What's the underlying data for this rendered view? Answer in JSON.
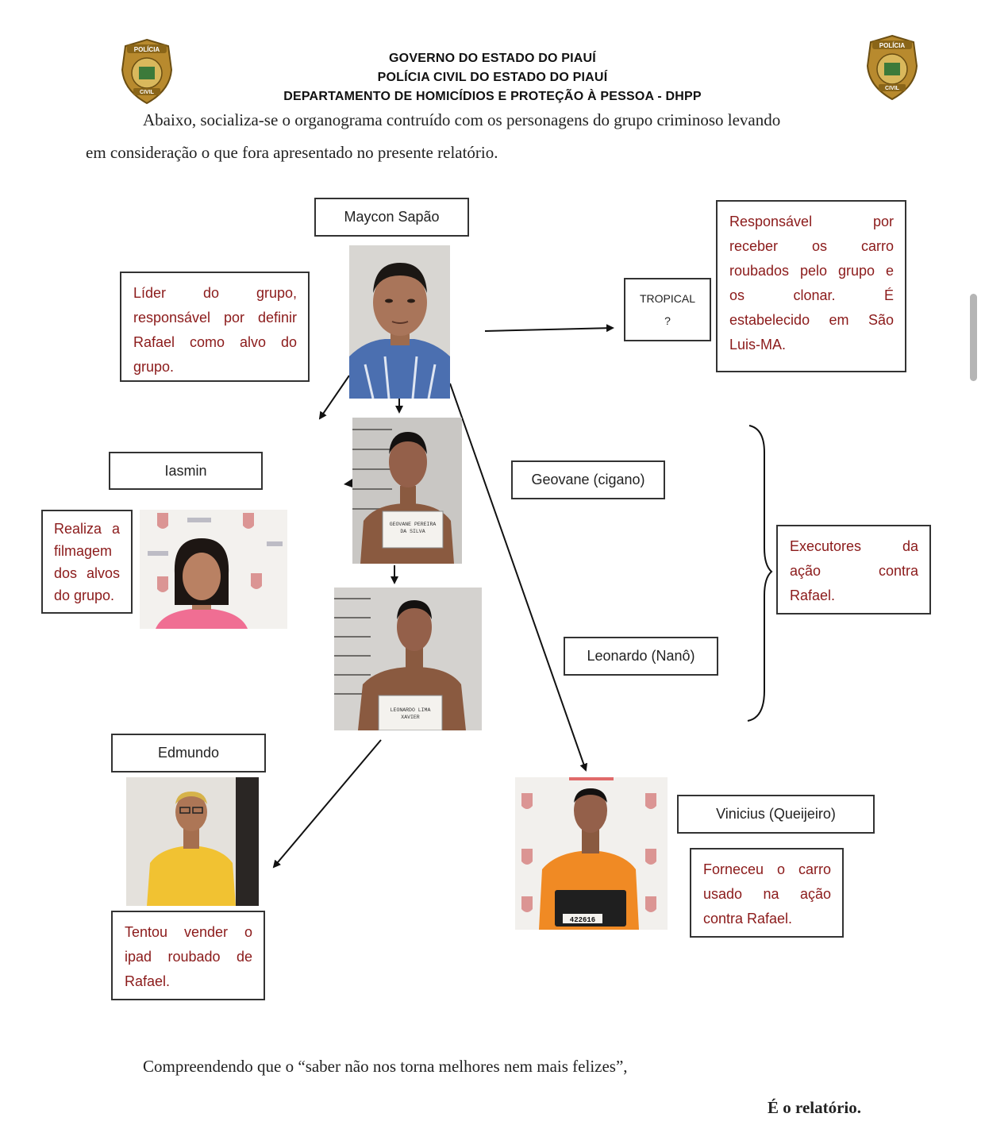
{
  "header": {
    "line1": "GOVERNO DO ESTADO DO PIAUÍ",
    "line2": "POLÍCIA CIVIL DO ESTADO DO PIAUÍ",
    "line3": "DEPARTAMENTO DE HOMICÍDIOS E PROTEÇÃO À PESSOA - DHPP",
    "badge_top": "POLÍCIA",
    "badge_bottom": "CIVIL"
  },
  "intro": {
    "line1": "Abaixo, socializa-se o organograma contruído com os personagens do grupo criminoso levando",
    "line2": "em consideração o que fora apresentado no presente relatório."
  },
  "orgchart": {
    "maycon": {
      "name": "Maycon Sapão",
      "role": [
        "Líder do grupo,",
        "responsável por definir",
        "Rafael como alvo do",
        "grupo."
      ]
    },
    "tropical": {
      "name": "TROPICAL",
      "mark": "?",
      "role": [
        "Responsável por",
        "receber os carro",
        "roubados pelo grupo e",
        "os clonar. É",
        "estabelecido em São",
        "Luis-MA."
      ]
    },
    "iasmin": {
      "name": "Iasmin",
      "role": [
        "Realiza a",
        "filmagem",
        "dos alvos",
        "do grupo."
      ]
    },
    "geovane": {
      "name": "Geovane (cigano)",
      "placard": [
        "GEOVANE PEREIRA",
        "DA SILVA"
      ]
    },
    "leonardo": {
      "name": "Leonardo (Nanô)",
      "placard": [
        "LEONARDO LIMA",
        "XAVIER"
      ]
    },
    "executores": {
      "role": [
        "Executores da",
        "ação contra",
        "Rafael."
      ]
    },
    "edmundo": {
      "name": "Edmundo",
      "role": [
        "Tentou vender o",
        "ipad roubado de",
        "Rafael."
      ]
    },
    "vinicius": {
      "name": "Vinicius (Queijeiro)",
      "placard": "422616",
      "role": [
        "Forneceu o carro",
        "usado na ação",
        "contra Rafael."
      ]
    }
  },
  "closing": {
    "quote": "Compreendendo que o “saber não nos torna melhores nem mais felizes”,",
    "end": "É o relatório."
  },
  "colors": {
    "role_text": "#8b1a1a",
    "border": "#333333"
  }
}
